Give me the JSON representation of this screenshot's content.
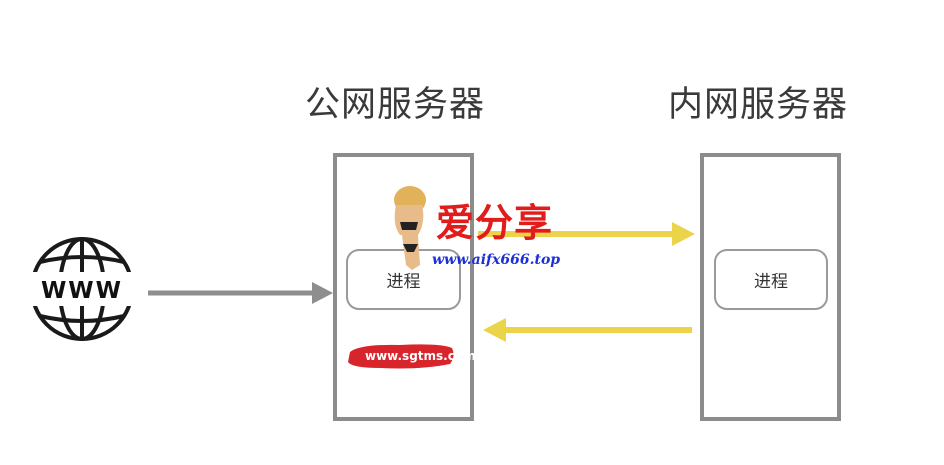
{
  "servers": {
    "public_title": "公网服务器",
    "internal_title": "内网服务器",
    "public_process": "进程",
    "internal_process": "进程"
  },
  "internet_icon": {
    "name": "www-globe-icon",
    "label": "WWW"
  },
  "watermark": {
    "title": "爱分享",
    "url": "www.aifx666.top",
    "stamp": "www.sgtms.com"
  },
  "colors": {
    "box_border": "#8c8c8c",
    "gray_arrow": "#8e8e8e",
    "yellow_arrow": "#ecd44a",
    "watermark_red": "#e21b1b",
    "watermark_blue": "#1d2fd6"
  }
}
